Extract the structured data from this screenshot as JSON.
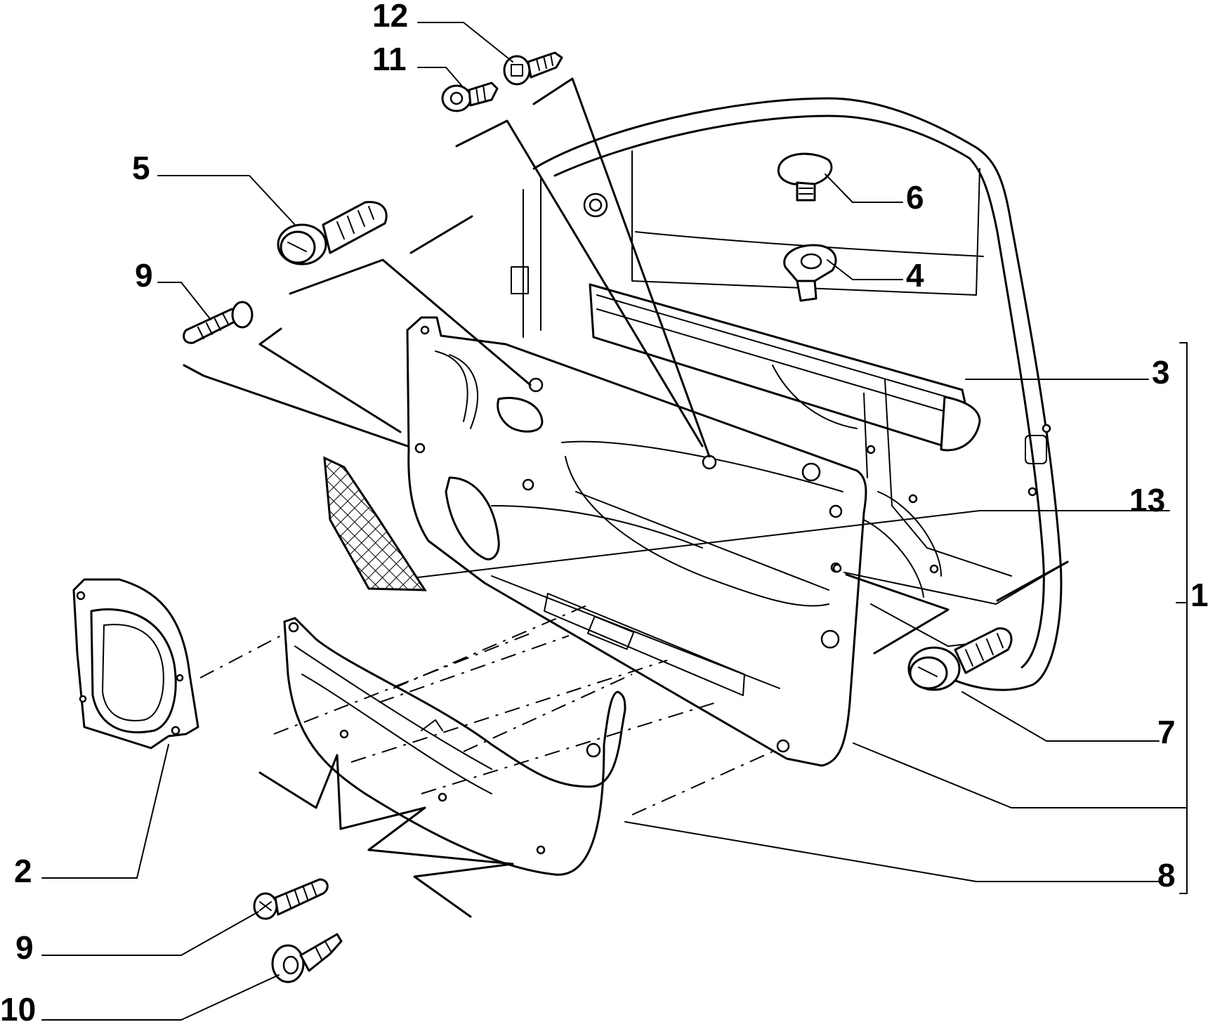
{
  "diagram": {
    "callouts": [
      {
        "id": "c12",
        "label": "12"
      },
      {
        "id": "c11",
        "label": "11"
      },
      {
        "id": "c5",
        "label": "5"
      },
      {
        "id": "c9a",
        "label": "9"
      },
      {
        "id": "c6",
        "label": "6"
      },
      {
        "id": "c4",
        "label": "4"
      },
      {
        "id": "c3",
        "label": "3"
      },
      {
        "id": "c13",
        "label": "13"
      },
      {
        "id": "c1",
        "label": "1"
      },
      {
        "id": "c7",
        "label": "7"
      },
      {
        "id": "c2",
        "label": "2"
      },
      {
        "id": "c8",
        "label": "8"
      },
      {
        "id": "c9b",
        "label": "9"
      },
      {
        "id": "c10",
        "label": "10"
      }
    ]
  }
}
